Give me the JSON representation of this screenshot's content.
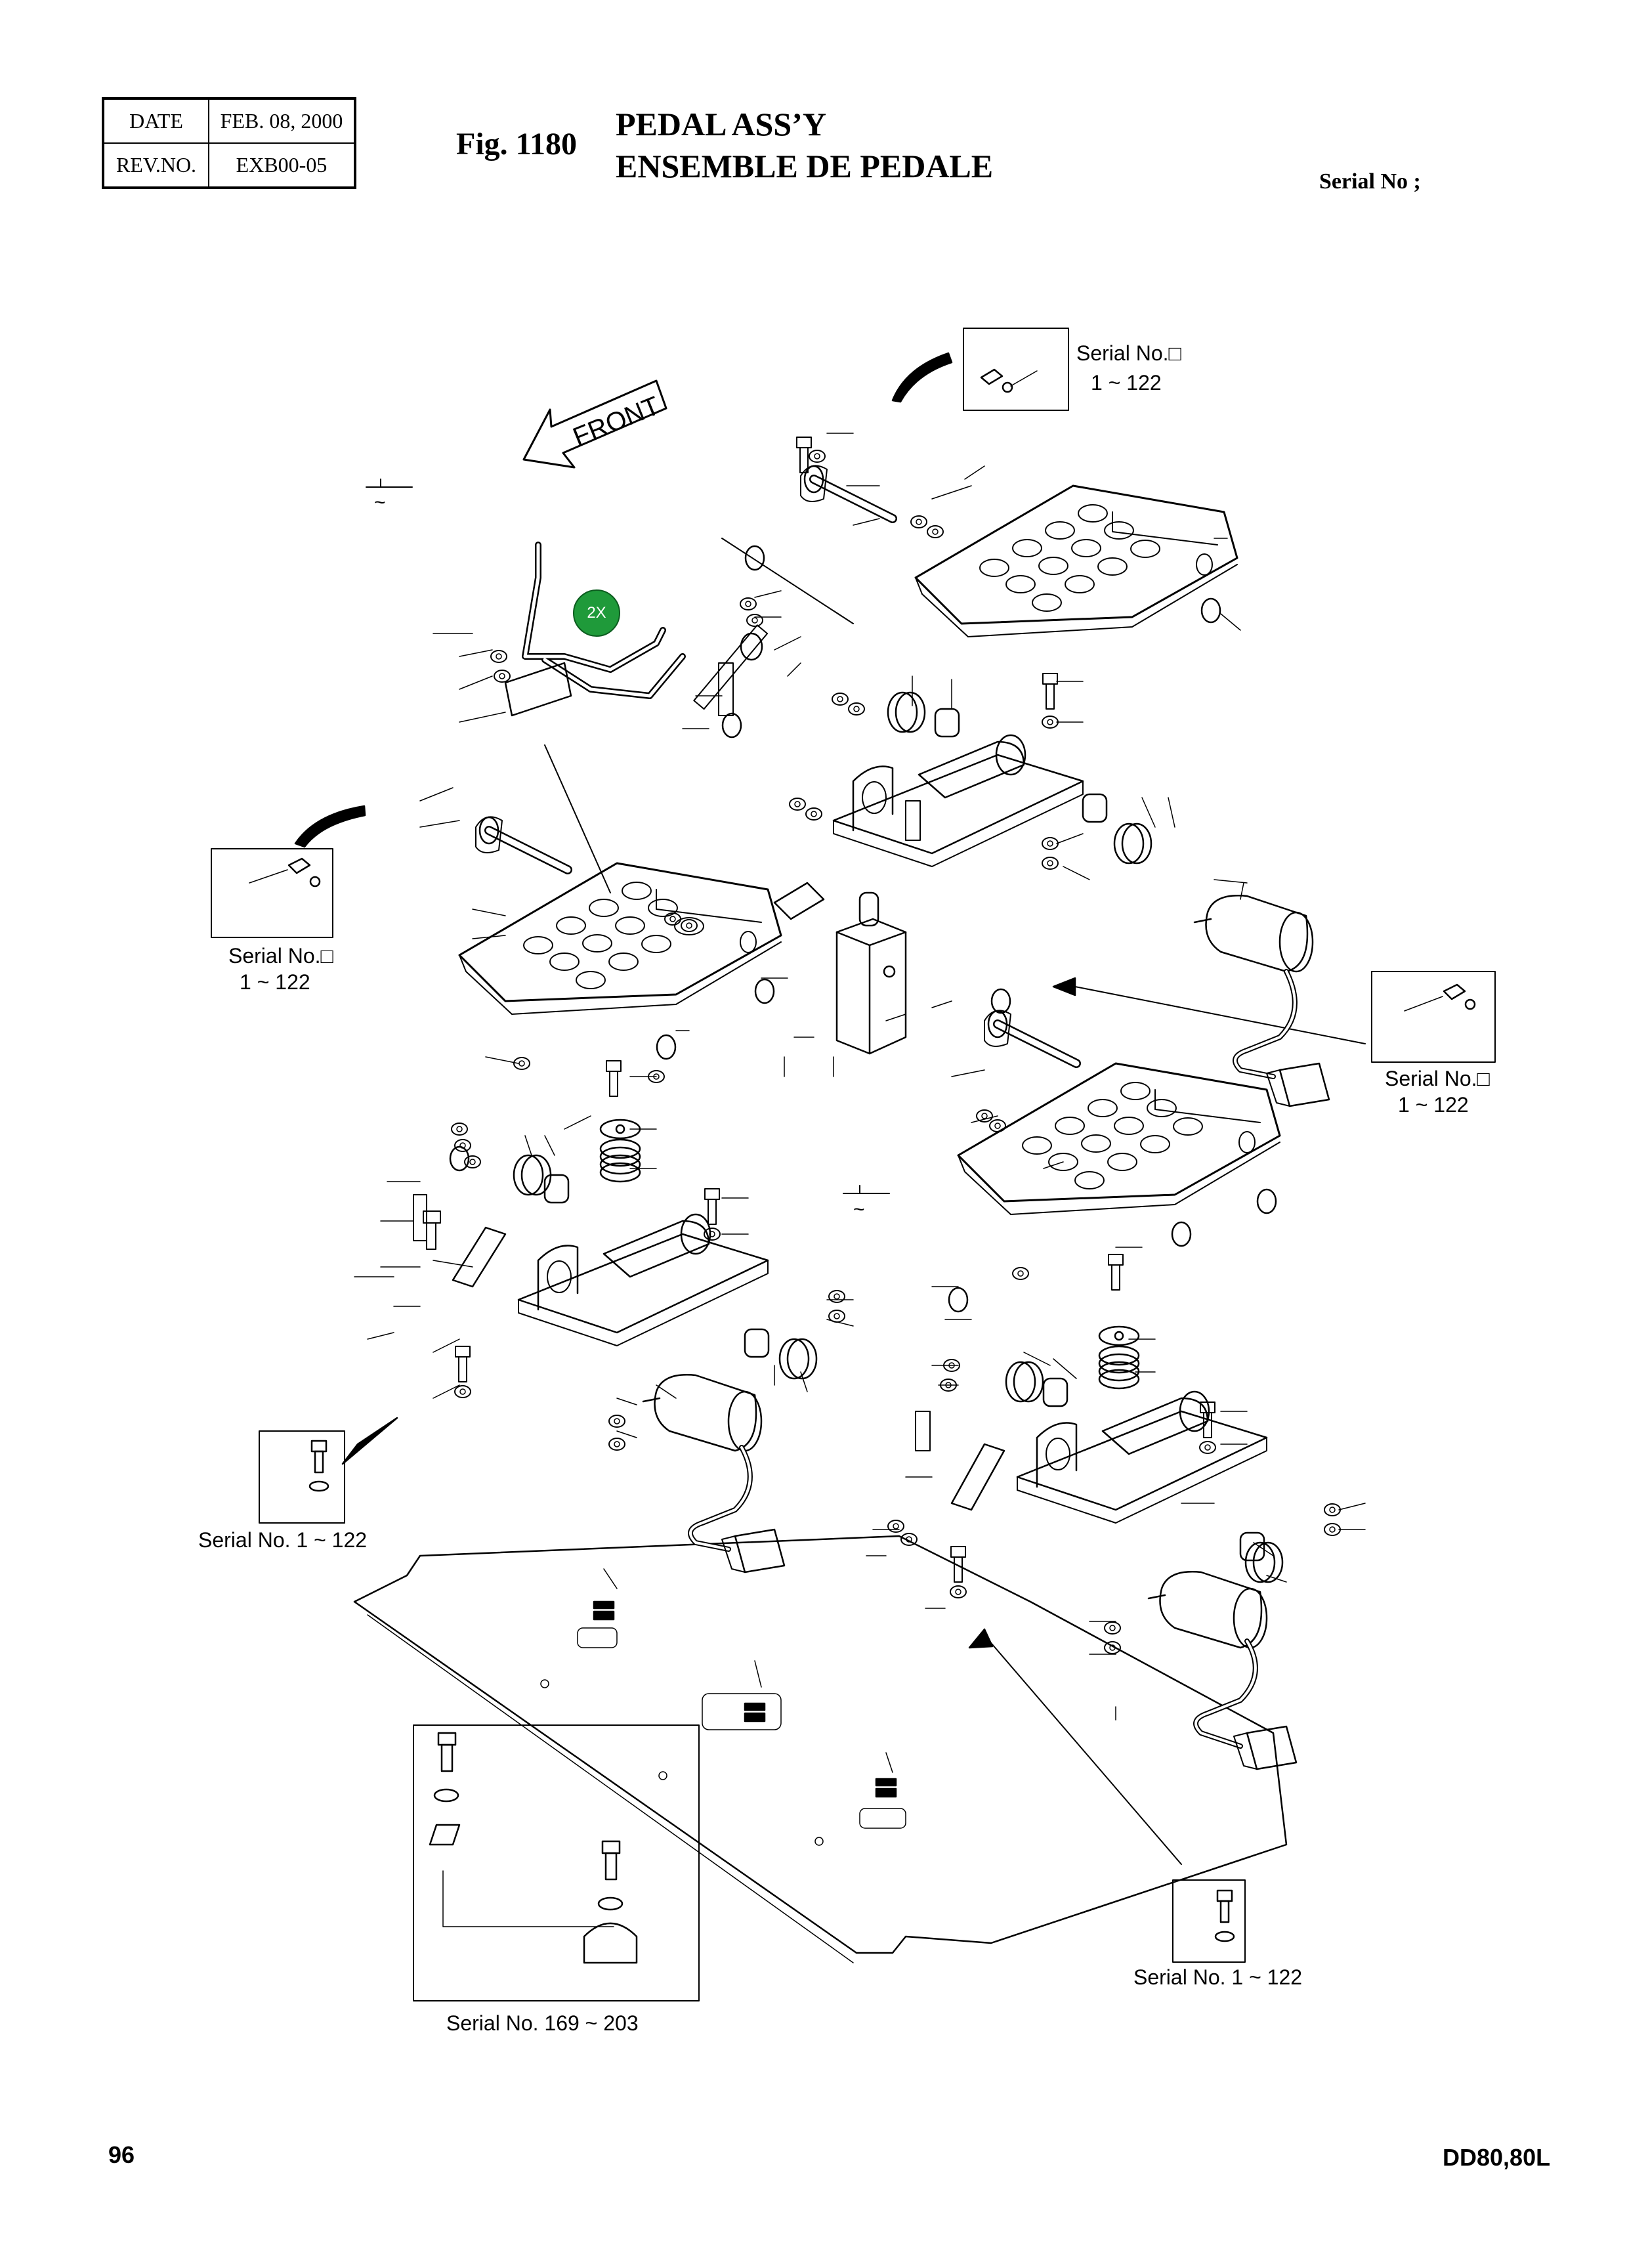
{
  "header": {
    "date_label": "DATE",
    "date_value": "FEB. 08, 2000",
    "rev_label": "REV.NO.",
    "rev_value": "EXB00-05",
    "figure": "Fig. 1180",
    "title_en": "PEDAL ASS’Y",
    "title_fr": "ENSEMBLE DE PEDALE",
    "serial": "Serial No ;"
  },
  "diagram": {
    "front_label": "FRONT",
    "quantity_badge": "2X",
    "badge_color": "#1f9a3a",
    "callouts": {
      "top_right": [
        "Serial No.□",
        "1 ~ 122"
      ],
      "left": [
        "Serial No.□",
        "1 ~ 122"
      ],
      "right": [
        "Serial No.□",
        "1 ~ 122"
      ],
      "lower_left": "Serial No. 1 ~ 122",
      "lower_right": "Serial No. 1 ~ 122",
      "bottom_box": "Serial No. 169 ~ 203"
    },
    "tilde_marks": [
      "~",
      "~"
    ]
  },
  "footer": {
    "page_number": "96",
    "model": "DD80,80L"
  }
}
